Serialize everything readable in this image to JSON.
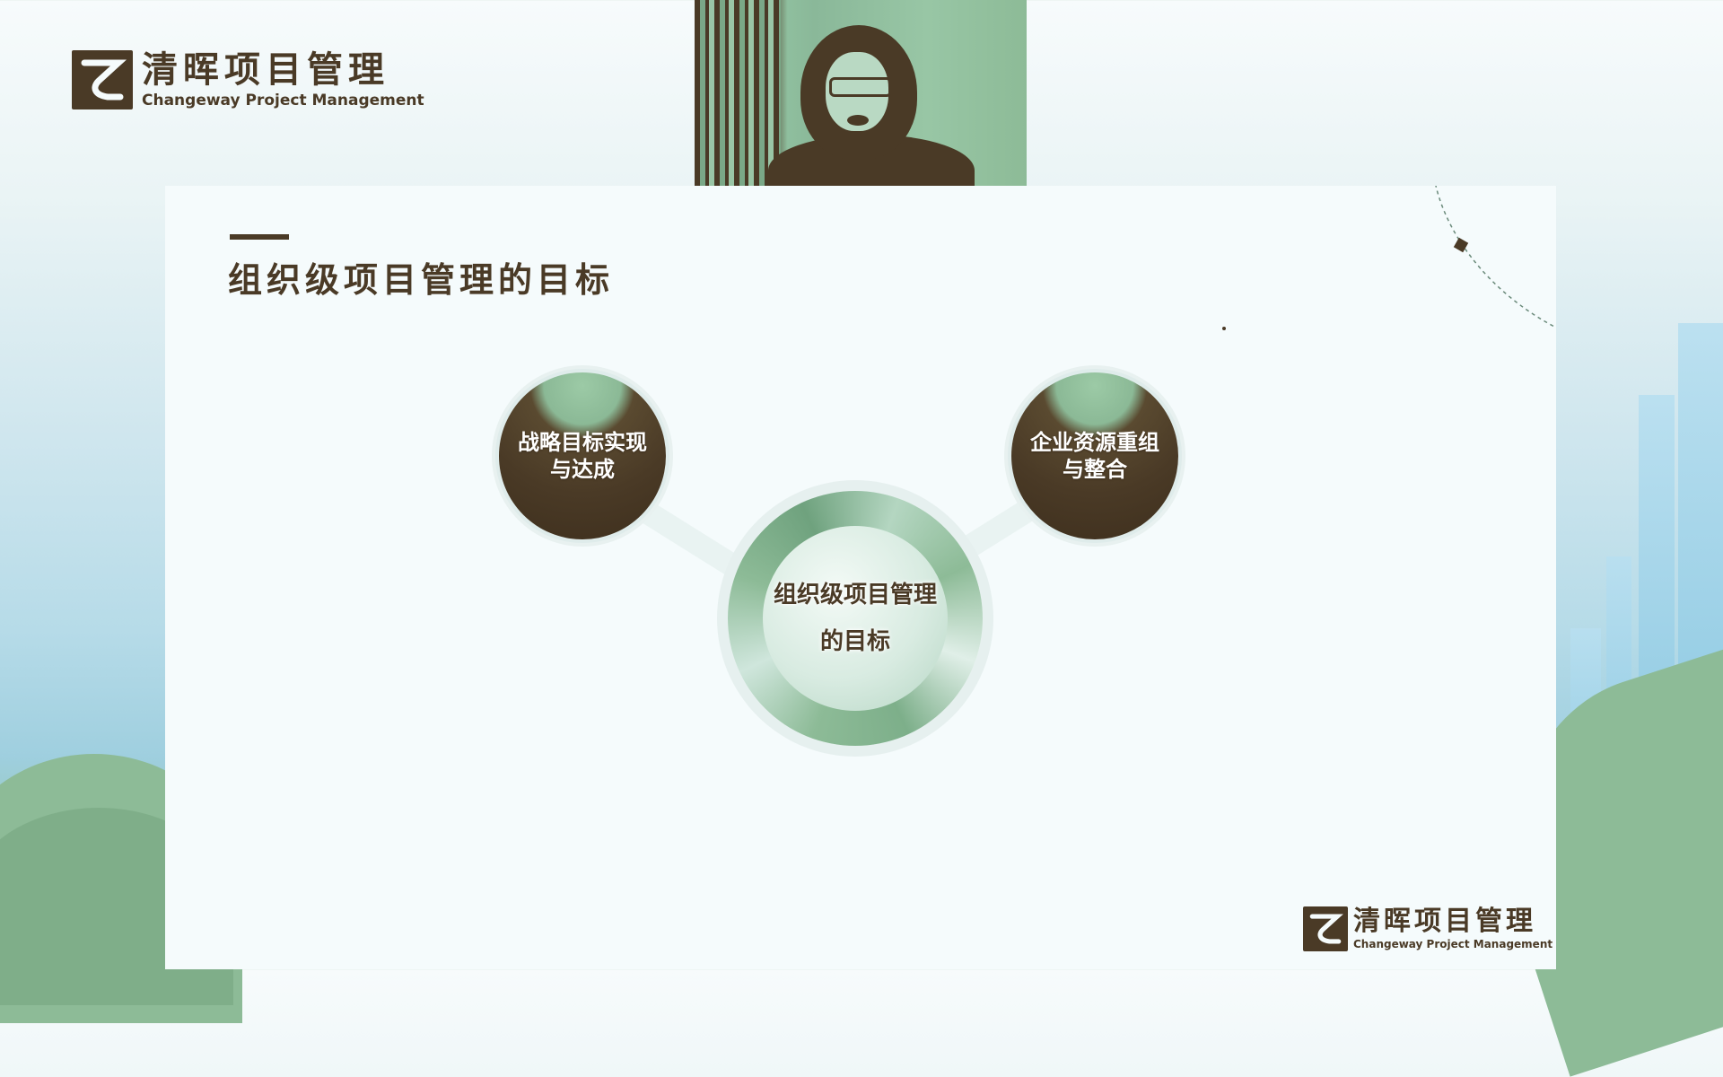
{
  "brand": {
    "name_cn": "清晖项目管理",
    "name_en": "Changeway Project Management",
    "logo_icon": "changeway-logo-icon"
  },
  "webcam": {
    "icon": "presenter-video-feed"
  },
  "slide": {
    "title": "组织级项目管理的目标",
    "nodes": [
      {
        "label_line1": "战略目标实现",
        "label_line2": "与达成"
      },
      {
        "label_line1": "企业资源重组",
        "label_line2": "与整合"
      }
    ],
    "center": {
      "line1": "组织级项目管理",
      "line2": "的目标"
    }
  },
  "colors": {
    "brand_brown": "#4a3a26",
    "accent_green": "#8dbb97",
    "slide_bg": "#f5fbfc"
  }
}
